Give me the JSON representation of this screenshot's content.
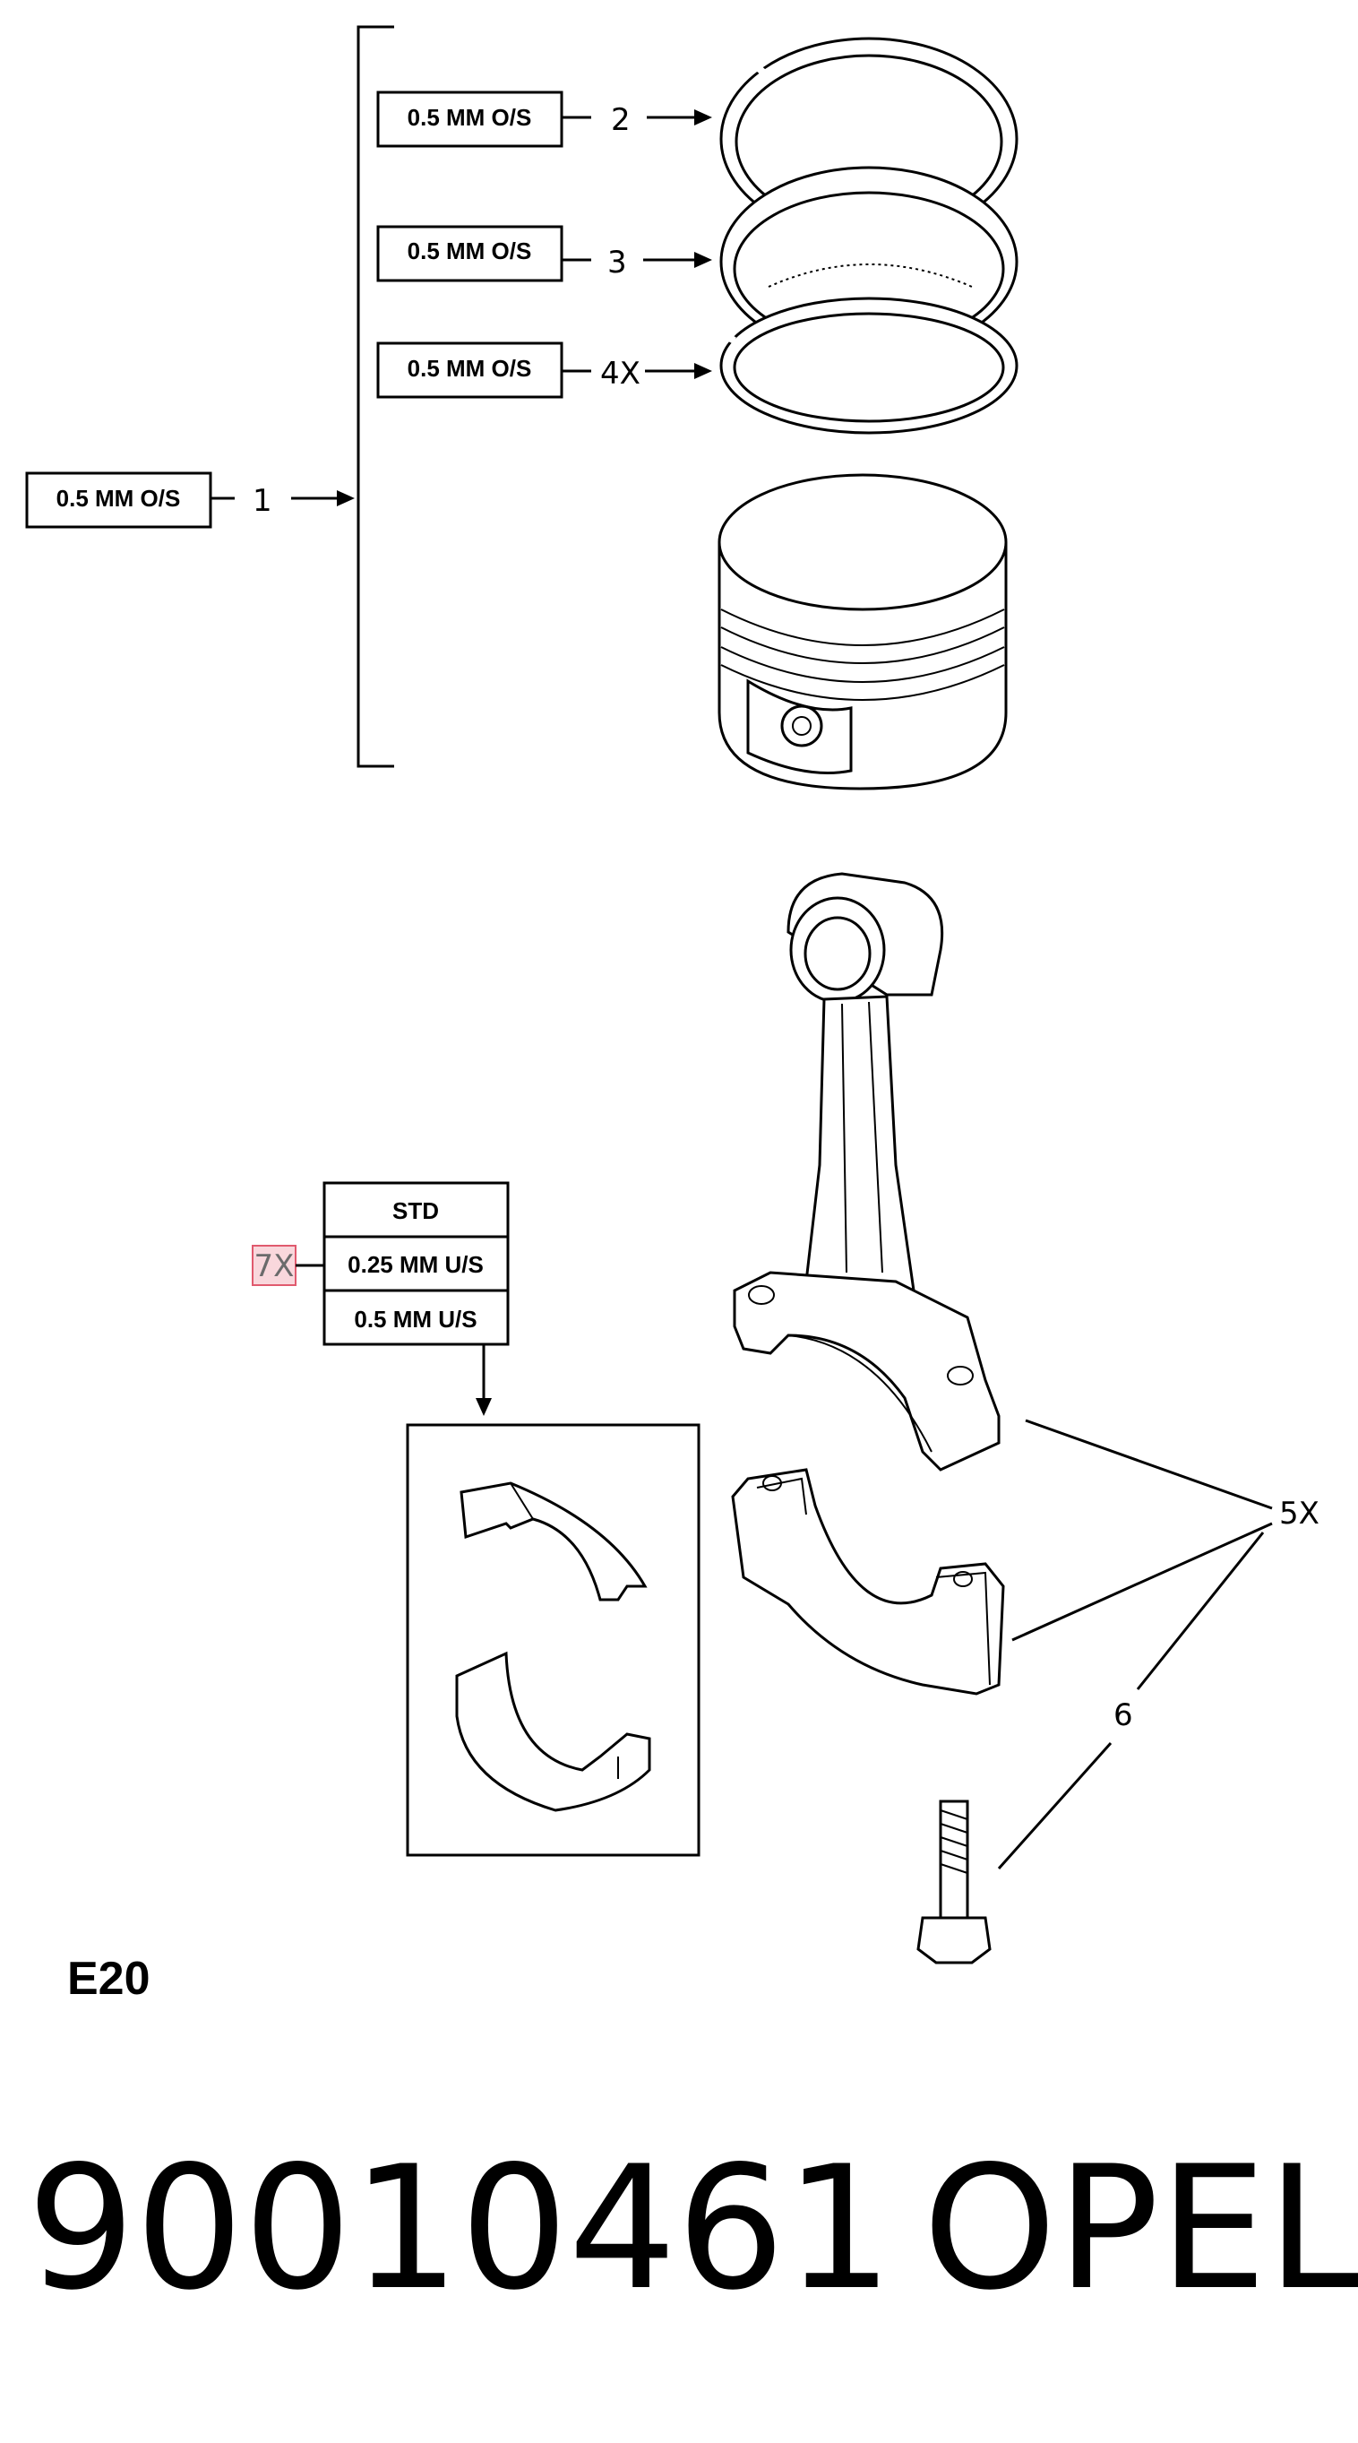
{
  "labels": {
    "oversize_ring_2": "0.5 MM O/S",
    "oversize_ring_3": "0.5 MM O/S",
    "oversize_ring_4": "0.5 MM O/S",
    "oversize_piston": "0.5 MM O/S",
    "bearing_std": "STD",
    "bearing_025": "0.25 MM U/S",
    "bearing_05": "0.5 MM U/S"
  },
  "callouts": {
    "c1": "1",
    "c2": "2",
    "c3": "3",
    "c4": "4X",
    "c5": "5X",
    "c6": "6",
    "c7": "7X"
  },
  "group_code": "E20",
  "part_number": "90010461",
  "brand": "OPEL",
  "colors": {
    "highlight_fill": "#f9d7dc",
    "highlight_stroke": "#e05a6e"
  }
}
